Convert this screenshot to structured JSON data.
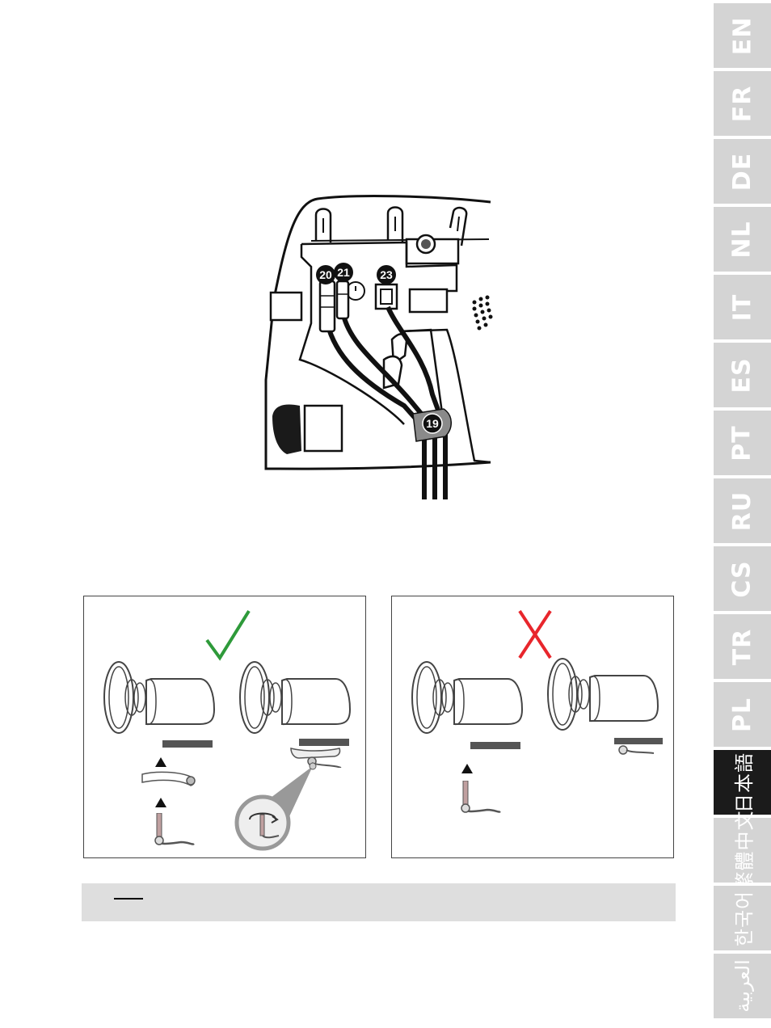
{
  "callouts": {
    "c19": "19",
    "c20": "20",
    "c21": "21",
    "c23": "23"
  },
  "language_tabs": [
    {
      "label": "EN"
    },
    {
      "label": "FR"
    },
    {
      "label": "DE"
    },
    {
      "label": "NL"
    },
    {
      "label": "IT"
    },
    {
      "label": "ES"
    },
    {
      "label": "PT"
    },
    {
      "label": "RU"
    },
    {
      "label": "CS"
    },
    {
      "label": "TR"
    },
    {
      "label": "PL"
    },
    {
      "label": "日本語",
      "active": true
    },
    {
      "label": "繁體中文"
    },
    {
      "label": "한국어"
    },
    {
      "label": "العربية"
    }
  ],
  "panels": {
    "correct": {
      "icon": "checkmark-icon",
      "color": "#2e9a3a"
    },
    "incorrect": {
      "icon": "cross-icon",
      "color": "#e8262c"
    }
  },
  "note": {
    "text": ""
  }
}
